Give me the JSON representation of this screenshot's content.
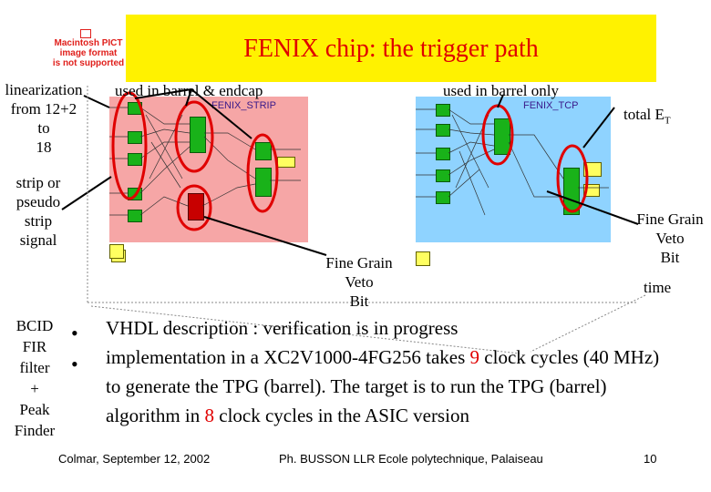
{
  "pict_notice": [
    "Macintosh PICT",
    "image format",
    "is not supported"
  ],
  "title": "FENIX chip: the trigger path",
  "side_labels": {
    "linearization": [
      "linearization",
      "from 12+2",
      "to",
      "18"
    ],
    "strip_signal": [
      "strip or",
      "pseudo",
      "strip",
      "signal"
    ],
    "bcid": [
      "BCID",
      "FIR",
      "filter",
      "+",
      "Peak",
      "Finder"
    ]
  },
  "labels": {
    "barrel_endcap": "used in barrel & endcap",
    "barrel_only": "used in barrel only",
    "total_et_main": "total E",
    "total_et_sub": "T",
    "fine_grain_center": [
      "Fine Grain",
      "Veto",
      "Bit"
    ],
    "fine_grain_right": [
      "Fine Grain",
      "Veto",
      "Bit"
    ],
    "time": "time"
  },
  "panels": {
    "strip_title": "FENIX_STRIP",
    "tcp_title": "FENIX_TCP"
  },
  "bullets": [
    "VHDL description : verification is in progress",
    {
      "before": "implementation in a XC2V1000-4FG256 takes ",
      "highlight": "9",
      "after": " clock cycles (40 MHz) to generate the TPG (barrel). The target is to run the TPG (barrel) algorithm in ",
      "highlight2": "8",
      "after2": " clock cycles in the ASIC version"
    }
  ],
  "colors": {
    "title_bg": "#fff200",
    "title_text": "#e00000",
    "highlight": "#e00000",
    "pink_panel": "#f6a6a6",
    "blue_panel": "#8fd3ff",
    "green_block": "#19b219",
    "red_circle": "#e00000"
  },
  "footer": {
    "left": "Colmar, September 12, 2002",
    "center": "Ph. BUSSON LLR Ecole polytechnique, Palaiseau",
    "page": "10"
  }
}
